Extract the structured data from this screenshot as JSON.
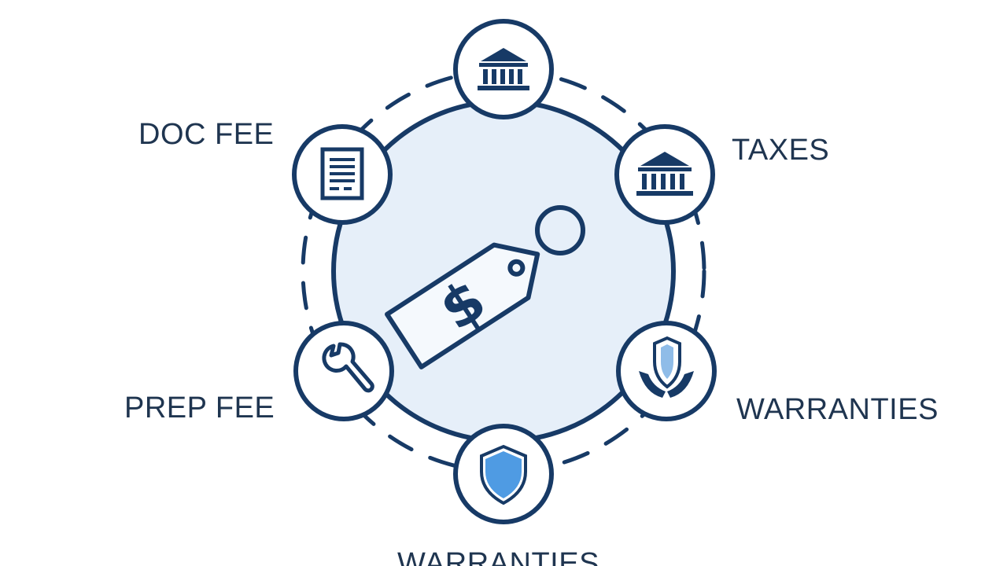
{
  "labels": {
    "doc_fee": "DOC FEE",
    "taxes": "TAXES",
    "prep_fee": "PREP FEE",
    "warranties_right": "WARRANTIES",
    "warranties_bottom": "WARRANTIES"
  },
  "center": {
    "icon": "price-tag-icon",
    "symbol": "$"
  },
  "nodes": [
    {
      "id": "top",
      "icon": "bank-icon"
    },
    {
      "id": "taxes",
      "icon": "bank-icon"
    },
    {
      "id": "doc-fee",
      "icon": "document-icon"
    },
    {
      "id": "prep-fee",
      "icon": "wrench-icon"
    },
    {
      "id": "warranties-right",
      "icon": "shield-hands-icon"
    },
    {
      "id": "bottom",
      "icon": "shield-icon"
    }
  ],
  "colors": {
    "stroke": "#173a66",
    "center_fill": "#e6eff9",
    "node_fill": "#ffffff",
    "accent_blue": "#4f9be3",
    "label_text": "#1f3550"
  }
}
